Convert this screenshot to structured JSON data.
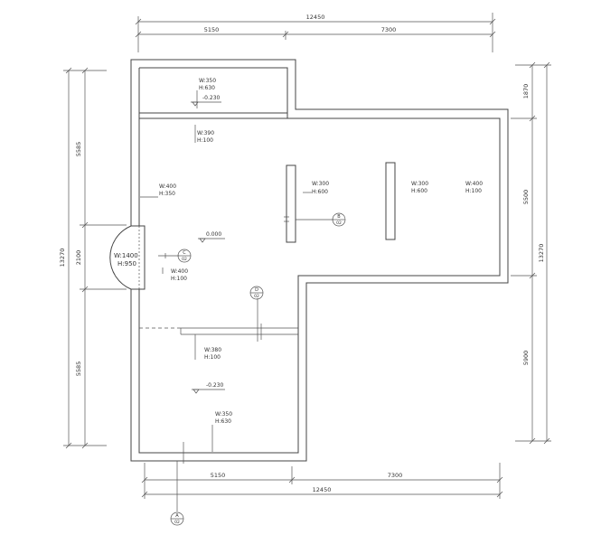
{
  "dimensions": {
    "top_total": "12450",
    "top_left": "5150",
    "top_right": "7300",
    "bottom_left": "5150",
    "bottom_right": "7300",
    "bottom_total": "12450",
    "left_top": "5585",
    "left_mid": "2100",
    "left_bottom": "5585",
    "left_total": "13270",
    "right_top": "1870",
    "right_mid": "5500",
    "right_bottom": "5900",
    "right_total": "13270"
  },
  "openings": {
    "top_recess_w": "W:350",
    "top_recess_h": "H:630",
    "upper_beam_w": "W:390",
    "upper_beam_h": "H:100",
    "left_beam_w": "W:400",
    "left_beam_h": "H:350",
    "column1_w": "W:300",
    "column1_h": "H:600",
    "column2_w": "W:300",
    "column2_h": "H:600",
    "right_beam_w": "W:400",
    "right_beam_h": "H:100",
    "bay_w": "W:1400",
    "bay_h": "H:950",
    "bay_beam_w": "W:400",
    "bay_beam_h": "H:100",
    "lower_beam_w": "W:380",
    "lower_beam_h": "H:100",
    "bottom_recess_w": "W:350",
    "bottom_recess_h": "H:630"
  },
  "levels": {
    "top_level": "-0.230",
    "main_level": "0.000",
    "bottom_level": "-0.230"
  },
  "section_marks": {
    "b_letter": "B",
    "b_sheet": "02",
    "c_letter": "C",
    "c_sheet": "02",
    "d_letter": "D",
    "d_sheet": "02",
    "a_letter": "A",
    "a_sheet": "02"
  }
}
